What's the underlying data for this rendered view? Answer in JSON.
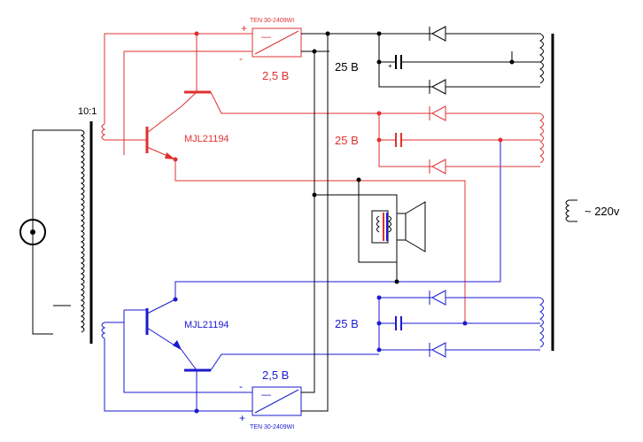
{
  "labels": {
    "ratio": "10:1",
    "mains": "~ 220v",
    "transistor_top": "MJL21194",
    "transistor_bottom": "MJL21194",
    "psu_top_model": "TEN 30-2409WI",
    "psu_bottom_model": "TEN 30-2409WI",
    "psu_top_voltage": "2,5 B",
    "psu_bottom_voltage": "2,5 B",
    "rail_top": "25 B",
    "rail_mid": "25 B",
    "rail_bottom": "25 B",
    "plus": "+",
    "minus": "-"
  },
  "colors": {
    "black": "#000000",
    "red": "#e03030",
    "blue": "#1a1ad0",
    "background": "#ffffff"
  }
}
